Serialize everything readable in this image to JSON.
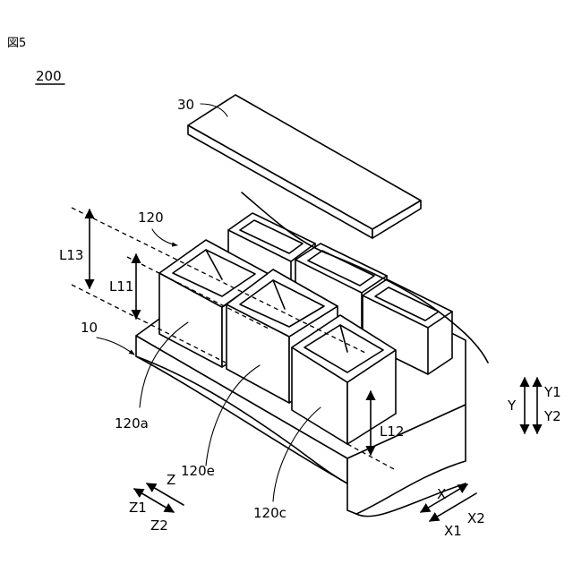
{
  "figure": {
    "label": "図5",
    "assembly_ref": "200"
  },
  "labels": {
    "lid": "30",
    "cell_group": "120",
    "base": "10",
    "cell_a": "120a",
    "cell_e": "120e",
    "cell_c": "120c",
    "dim_l13": "L13",
    "dim_l11": "L11",
    "dim_l12": "L12"
  },
  "axes": {
    "z": "Z",
    "z1": "Z1",
    "z2": "Z2",
    "x": "X",
    "x1": "X1",
    "x2": "X2",
    "y": "Y",
    "y1": "Y1",
    "y2": "Y2"
  }
}
